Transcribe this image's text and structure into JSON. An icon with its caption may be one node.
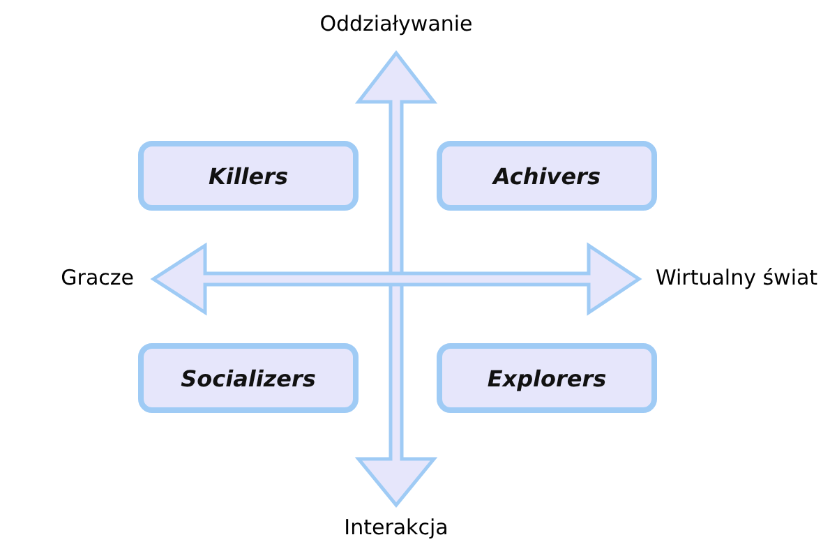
{
  "diagram": {
    "nodes": [
      {
        "text": [
          "Killers"
        ]
      },
      {
        "text": [
          "Achivers"
        ]
      },
      {
        "text": [
          "Socializers"
        ]
      },
      {
        "text": [
          "Explorers"
        ]
      }
    ],
    "labels": [
      "Oddziaływanie",
      "Gracze",
      "Wirtualny świat",
      "Interakcja"
    ]
  }
}
